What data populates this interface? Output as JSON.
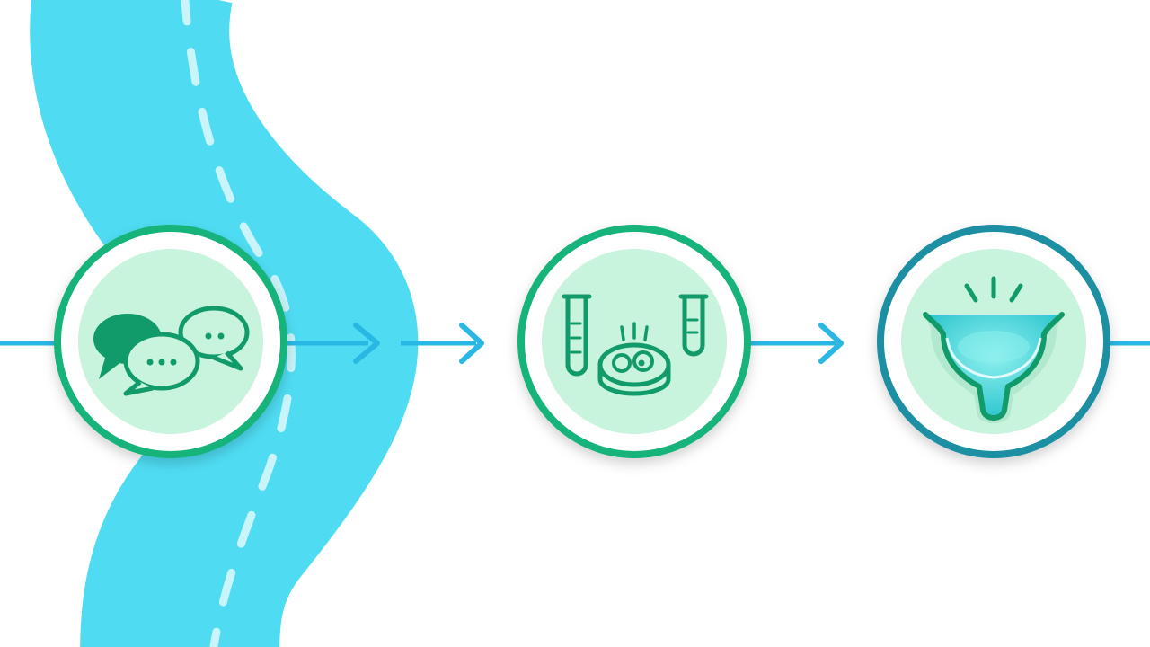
{
  "colors": {
    "background": "#ffffff",
    "road": "#4fdcf3",
    "road_dash": "#c9f4fb",
    "connector": "#29b8e3",
    "ring_green": "#17b37a",
    "ring_teal": "#1b8fa3",
    "disc_fill": "#c8f3dc",
    "icon_green": "#119a6a",
    "organ_fill": "#52d9df"
  },
  "steps": [
    {
      "id": "consultation",
      "icon": "chat-bubbles-icon",
      "ring": "green"
    },
    {
      "id": "lab-testing",
      "icon": "test-tubes-petri-dish-icon",
      "ring": "green"
    },
    {
      "id": "bladder",
      "icon": "bladder-icon",
      "ring": "teal"
    }
  ],
  "arrows": [
    {
      "from": "consultation",
      "to": "lab-testing",
      "icon": "arrow-right-icon"
    },
    {
      "from": "lab-testing",
      "to": "bladder",
      "icon": "arrow-right-icon"
    }
  ]
}
